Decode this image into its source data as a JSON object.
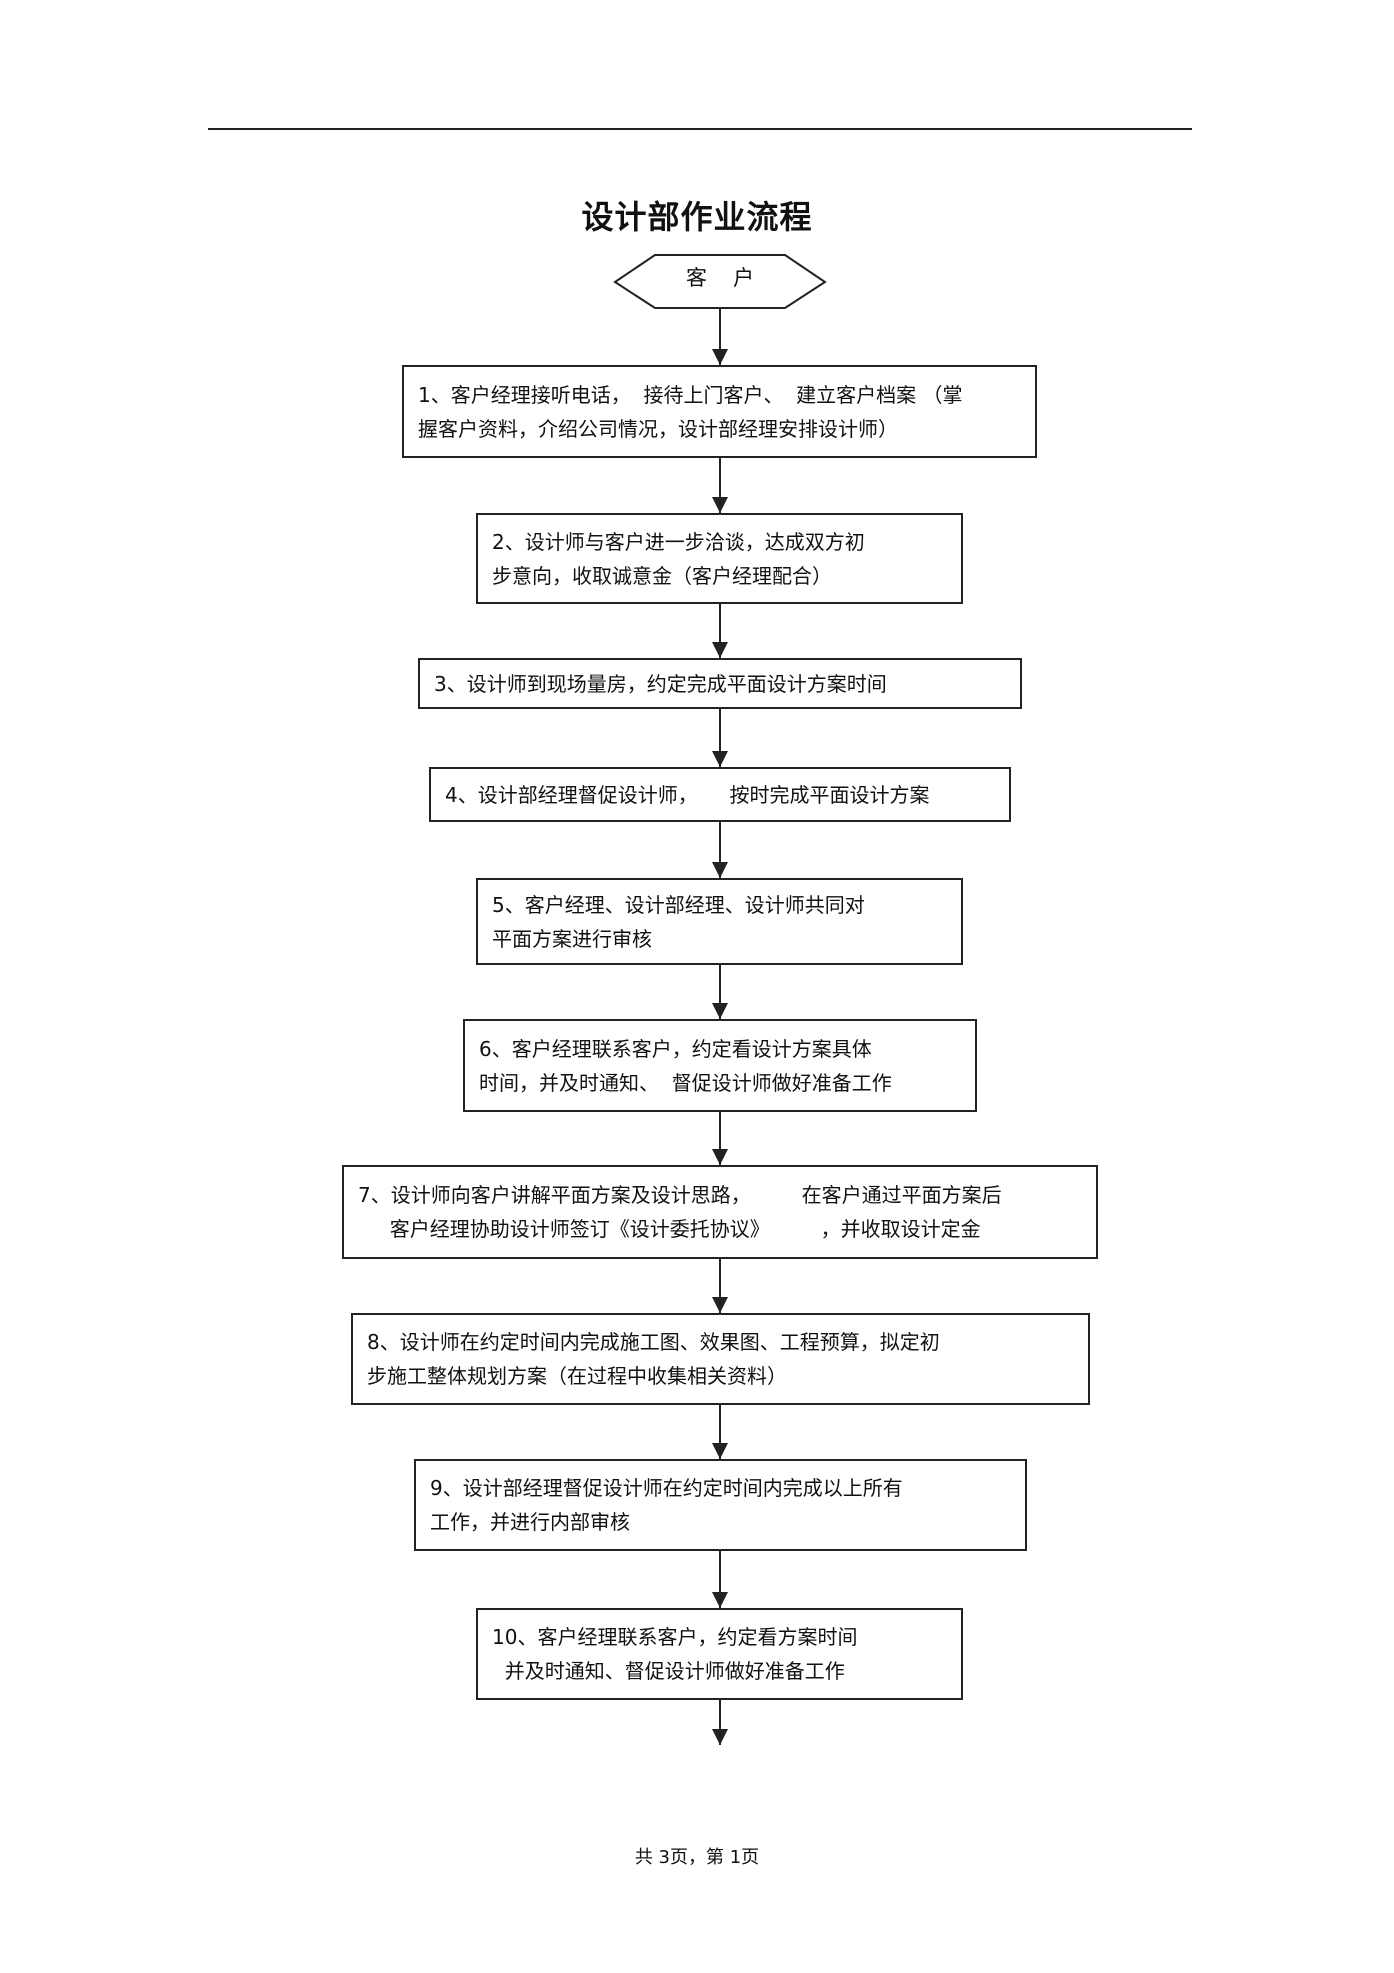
{
  "title": "设计部作业流程",
  "start_node": "客户",
  "steps": [
    {
      "lines": [
        "1、客户经理接听电话，  接待上门客户、  建立客户档案 （掌",
        "握客户资料，介绍公司情况，设计部经理安排设计师）"
      ]
    },
    {
      "lines": [
        "2、设计师与客户进一步洽谈，达成双方初",
        "步意向，收取诚意金（客户经理配合）"
      ]
    },
    {
      "lines": [
        "3、设计师到现场量房，约定完成平面设计方案时间"
      ]
    },
    {
      "lines": [
        "4、设计部经理督促设计师，     按时完成平面设计方案"
      ]
    },
    {
      "lines": [
        "5、客户经理、设计部经理、设计师共同对",
        "平面方案进行审核"
      ]
    },
    {
      "lines": [
        "6、客户经理联系客户，约定看设计方案具体",
        "时间，并及时通知、  督促设计师做好准备工作"
      ]
    },
    {
      "lines": [
        "7、设计师向客户讲解平面方案及设计思路，        在客户通过平面方案后",
        "     客户经理协助设计师签订《设计委托协议》        ，并收取设计定金"
      ]
    },
    {
      "lines": [
        "8、设计师在约定时间内完成施工图、效果图、工程预算，拟定初",
        "步施工整体规划方案（在过程中收集相关资料）"
      ]
    },
    {
      "lines": [
        "9、设计部经理督促设计师在约定时间内完成以上所有",
        "工作，并进行内部审核"
      ]
    },
    {
      "lines": [
        "10、客户经理联系客户，约定看方案时间",
        "  并及时通知、督促设计师做好准备工作"
      ]
    }
  ],
  "footer": "共 3页，第  1页"
}
